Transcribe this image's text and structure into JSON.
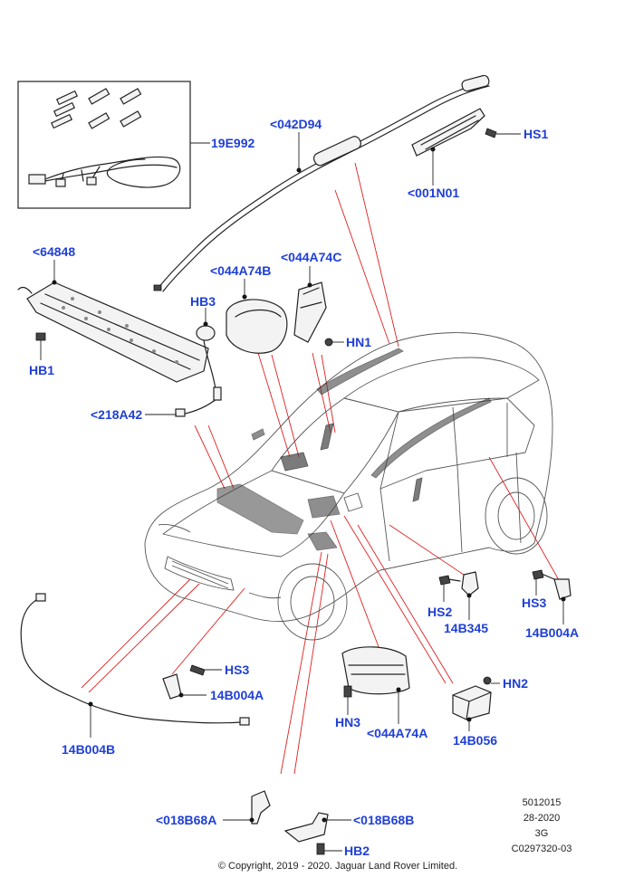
{
  "colors": {
    "callout": "#1f3fd6",
    "guide_line": "#e02020",
    "line_art": "#222222"
  },
  "callouts": [
    {
      "id": "hs1",
      "text": "HS1"
    },
    {
      "id": "042d94",
      "text": "<042D94"
    },
    {
      "id": "19e992",
      "text": "19E992"
    },
    {
      "id": "001n01",
      "text": "<001N01"
    },
    {
      "id": "64848",
      "text": "<64848"
    },
    {
      "id": "044a74b",
      "text": "<044A74B"
    },
    {
      "id": "044a74c",
      "text": "<044A74C"
    },
    {
      "id": "hb3",
      "text": "HB3"
    },
    {
      "id": "hn1",
      "text": "HN1"
    },
    {
      "id": "hb1",
      "text": "HB1"
    },
    {
      "id": "218a42",
      "text": "<218A42"
    },
    {
      "id": "hs2",
      "text": "HS2"
    },
    {
      "id": "hs3-right",
      "text": "HS3"
    },
    {
      "id": "14b345",
      "text": "14B345"
    },
    {
      "id": "14b004a-right",
      "text": "14B004A"
    },
    {
      "id": "hs3-left",
      "text": "HS3"
    },
    {
      "id": "14b004a-left",
      "text": "14B004A"
    },
    {
      "id": "hn2",
      "text": "HN2"
    },
    {
      "id": "hn3",
      "text": "HN3"
    },
    {
      "id": "044a74a",
      "text": "<044A74A"
    },
    {
      "id": "14b056",
      "text": "14B056"
    },
    {
      "id": "14b004b",
      "text": "14B004B"
    },
    {
      "id": "018b68a",
      "text": "<018B68A"
    },
    {
      "id": "018b68b",
      "text": "<018B68B"
    },
    {
      "id": "hb2",
      "text": "HB2"
    }
  ],
  "reference_block": [
    "5012015",
    "28-2020",
    "3G",
    "C0297320-03"
  ],
  "copyright": "© Copyright, 2019 - 2020. Jaguar Land Rover Limited."
}
